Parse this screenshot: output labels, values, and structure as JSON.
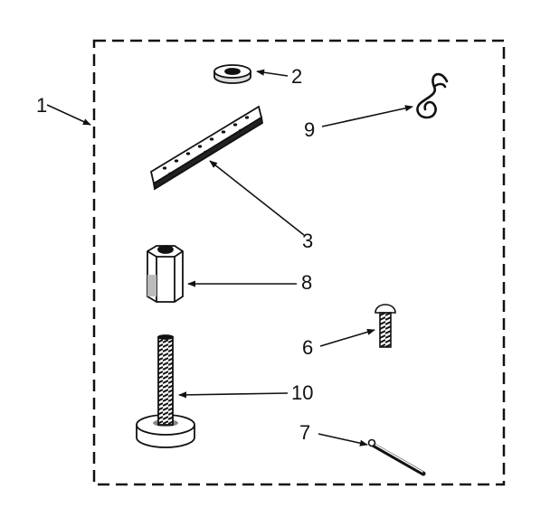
{
  "diagram": {
    "kit_callout": "1",
    "parts": [
      {
        "id": "washer",
        "callout": "2"
      },
      {
        "id": "leveling-strip",
        "callout": "3"
      },
      {
        "id": "bolt",
        "callout": "6"
      },
      {
        "id": "spring-pin",
        "callout": "7"
      },
      {
        "id": "coupling-nut",
        "callout": "8"
      },
      {
        "id": "hook-clip",
        "callout": "9"
      },
      {
        "id": "leveling-leg",
        "callout": "10"
      }
    ]
  }
}
